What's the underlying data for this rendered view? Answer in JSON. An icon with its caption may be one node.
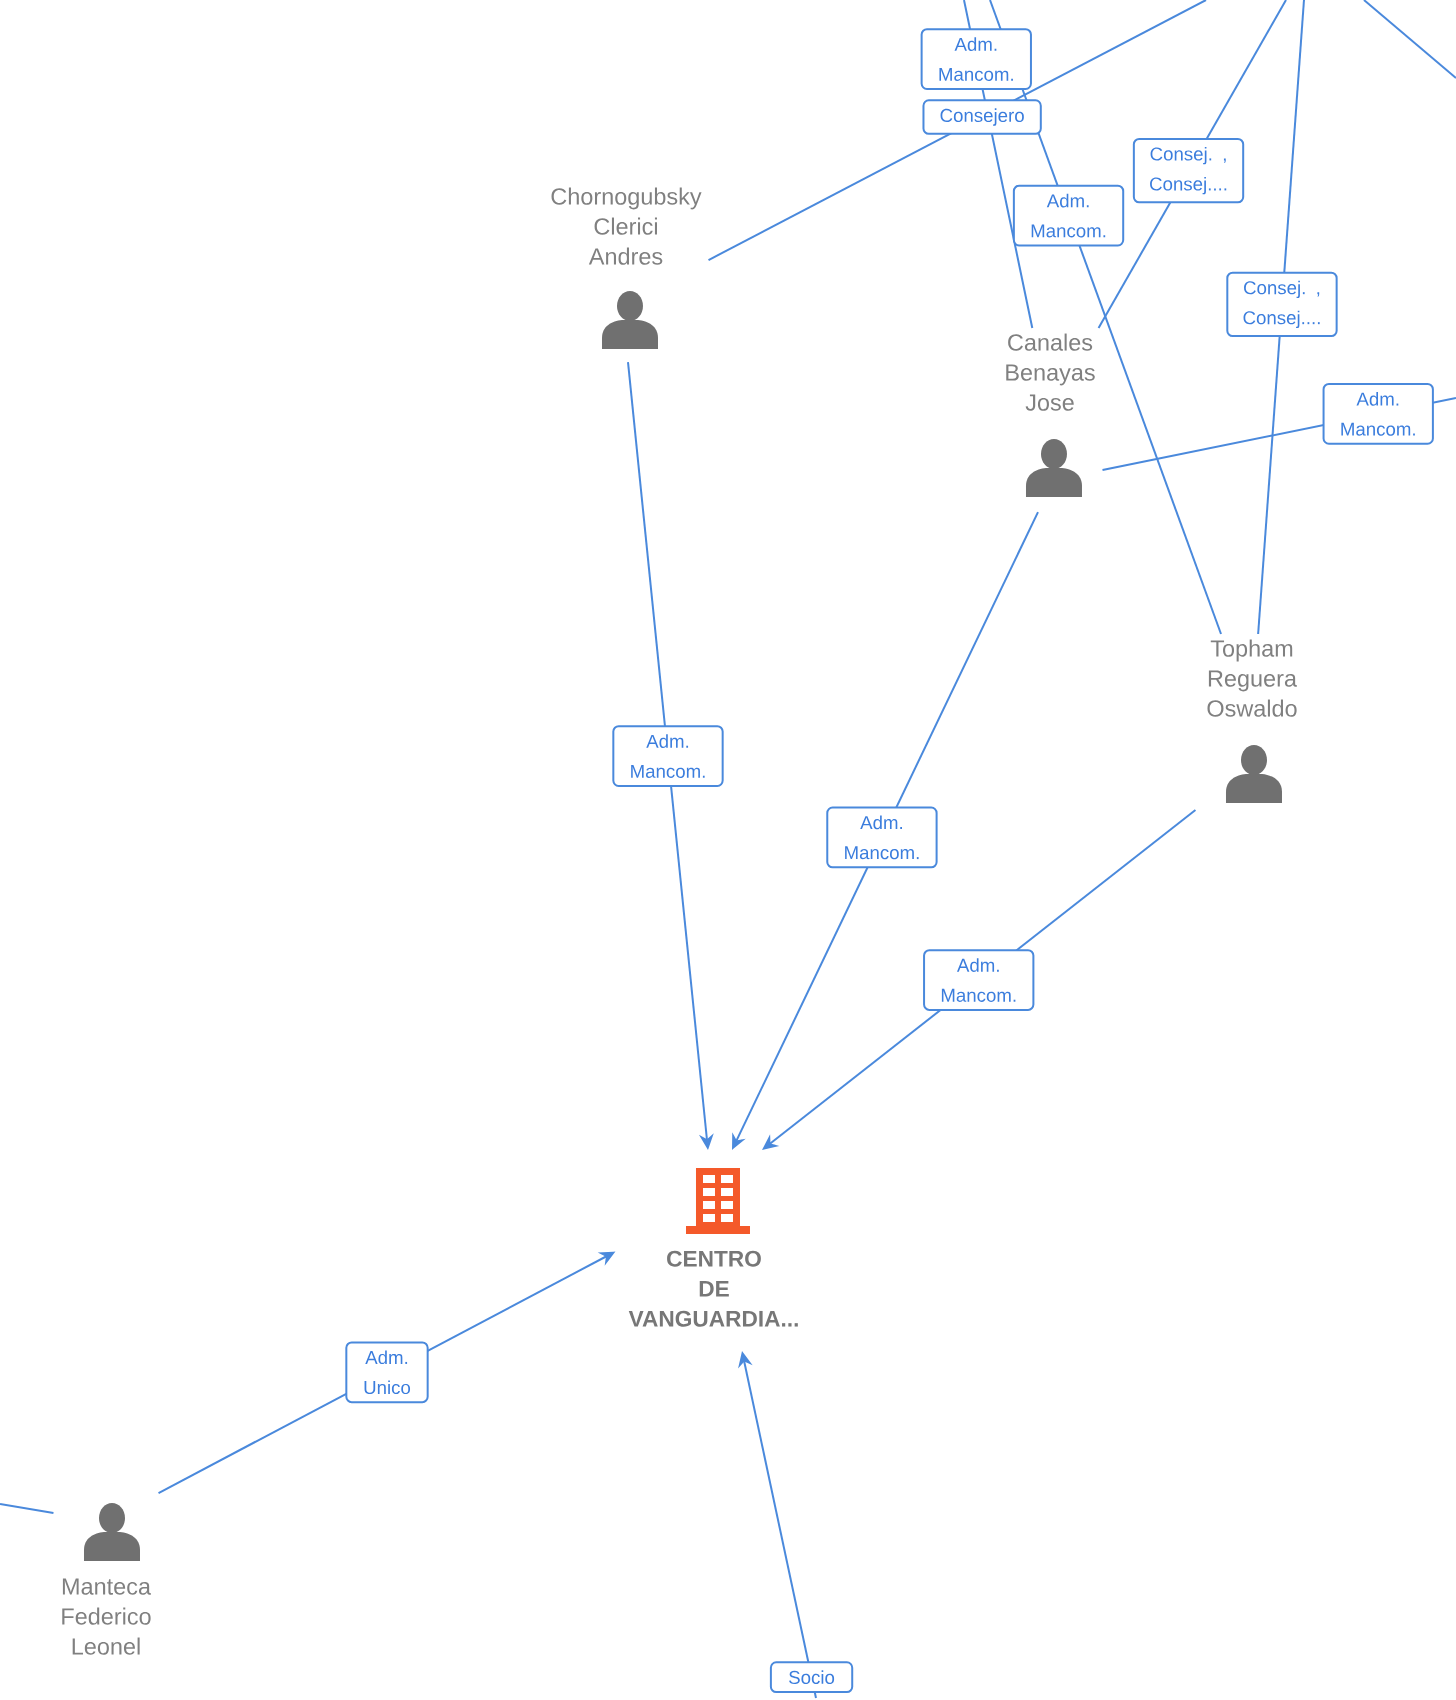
{
  "diagram": {
    "nodes": [
      {
        "text": [
          "Chornogubsky Clerici Andres"
        ]
      },
      {
        "text": [
          "Canales Benayas Jose"
        ]
      },
      {
        "text": [
          "Topham Reguera Oswaldo"
        ]
      },
      {
        "text": [
          "CENTRO DE VANGUARDIA..."
        ]
      },
      {
        "text": [
          "Manteca Federico Leonel"
        ]
      }
    ],
    "edges": [
      {
        "from": 0,
        "to": 3,
        "arrow": "to",
        "label": "Adm. Mancom."
      },
      {
        "from": 1,
        "to": 3,
        "arrow": "to",
        "label": "Adm. Mancom."
      },
      {
        "from": 2,
        "to": 3,
        "arrow": "to",
        "label": "Adm. Mancom."
      },
      {
        "from": 4,
        "to": 3,
        "arrow": "to",
        "label": "Adm. Unico"
      },
      {
        "from": null,
        "to": 3,
        "arrow": "to",
        "label": "Socio"
      },
      {
        "from": 0,
        "to": null,
        "arrow": "none",
        "label": "Consejero"
      },
      {
        "from": null,
        "to": 1,
        "arrow": "none",
        "label": "Adm. Mancom."
      },
      {
        "from": null,
        "to": 2,
        "arrow": "none",
        "label": "Adm. Mancom."
      },
      {
        "from": 1,
        "to": null,
        "arrow": "none",
        "label": "Consej. , Consej...."
      },
      {
        "from": 2,
        "to": null,
        "arrow": "none",
        "label": "Consej. , Consej...."
      },
      {
        "from": 1,
        "to": null,
        "arrow": "none",
        "label": "Adm. Mancom."
      },
      {
        "from": 4,
        "to": null,
        "arrow": "none"
      }
    ]
  }
}
